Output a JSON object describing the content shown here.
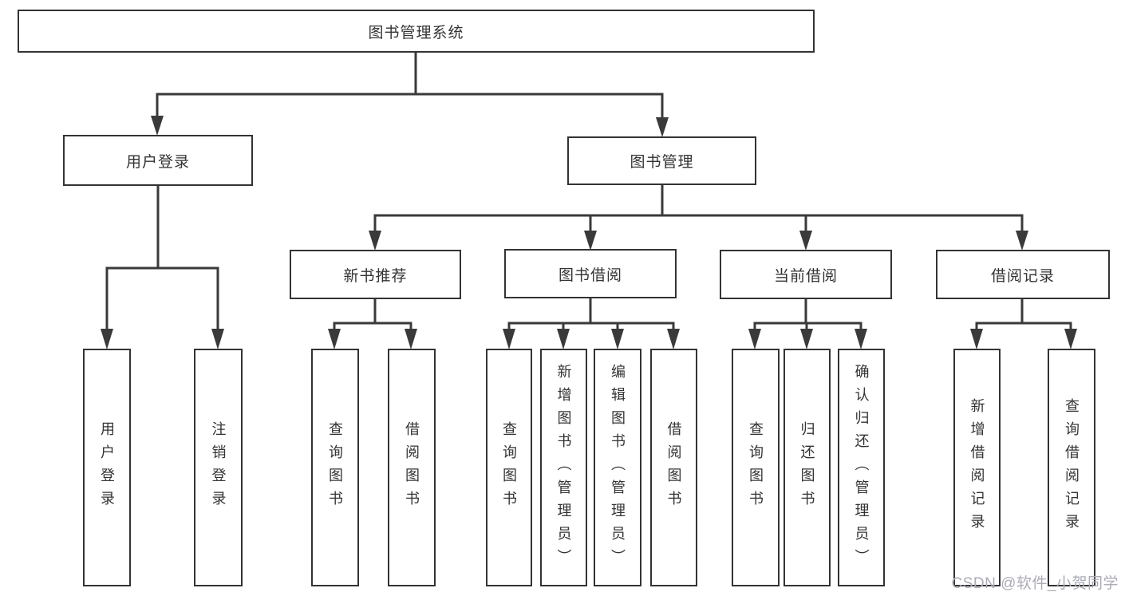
{
  "tree": {
    "label": "图书管理系统",
    "children": [
      {
        "label": "用户登录",
        "children": [
          {
            "label": "用户登录"
          },
          {
            "label": "注销登录"
          }
        ]
      },
      {
        "label": "图书管理",
        "children": [
          {
            "label": "新书推荐",
            "children": [
              {
                "label": "查询图书"
              },
              {
                "label": "借阅图书"
              }
            ]
          },
          {
            "label": "图书借阅",
            "children": [
              {
                "label": "查询图书"
              },
              {
                "label": "新增图书（管理员）"
              },
              {
                "label": "编辑图书（管理员）"
              },
              {
                "label": "借阅图书"
              }
            ]
          },
          {
            "label": "当前借阅",
            "children": [
              {
                "label": "查询图书"
              },
              {
                "label": "归还图书"
              },
              {
                "label": "确认归还（管理员）"
              }
            ]
          },
          {
            "label": "借阅记录",
            "children": [
              {
                "label": "新增借阅记录"
              },
              {
                "label": "查询借阅记录"
              }
            ]
          }
        ]
      }
    ]
  },
  "watermark": {
    "text": "CSDN @软件_小贺同学"
  },
  "colors": {
    "line": "#3a3a3a",
    "box_border": "#333333",
    "text": "#333333",
    "background": "#ffffff",
    "watermark": "#abacb6"
  }
}
